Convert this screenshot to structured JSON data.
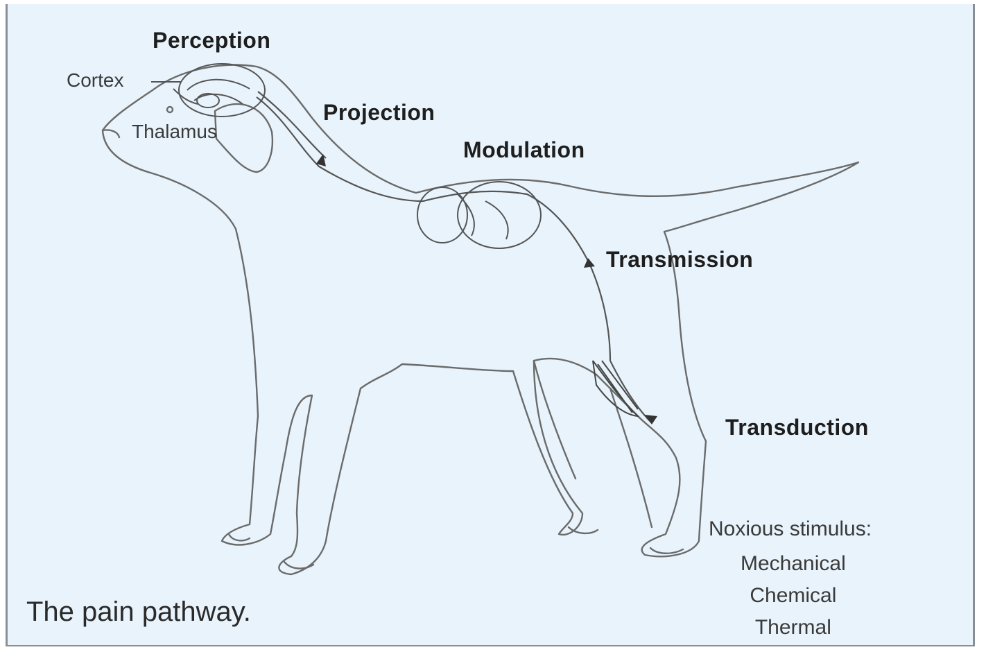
{
  "labels": {
    "perception": "Perception",
    "cortex": "Cortex",
    "thalamus": "Thalamus",
    "projection": "Projection",
    "modulation": "Modulation",
    "transmission": "Transmission",
    "transduction": "Transduction",
    "noxious_stimulus": "Noxious stimulus:",
    "stimulus_types": [
      "Mechanical",
      "Chemical",
      "Thermal"
    ]
  },
  "caption": "The pain pathway.",
  "colors": {
    "background": "#e8f3fb",
    "line": "#6b6b6b",
    "nerve": "#555555",
    "text": "#1e1e1e"
  }
}
